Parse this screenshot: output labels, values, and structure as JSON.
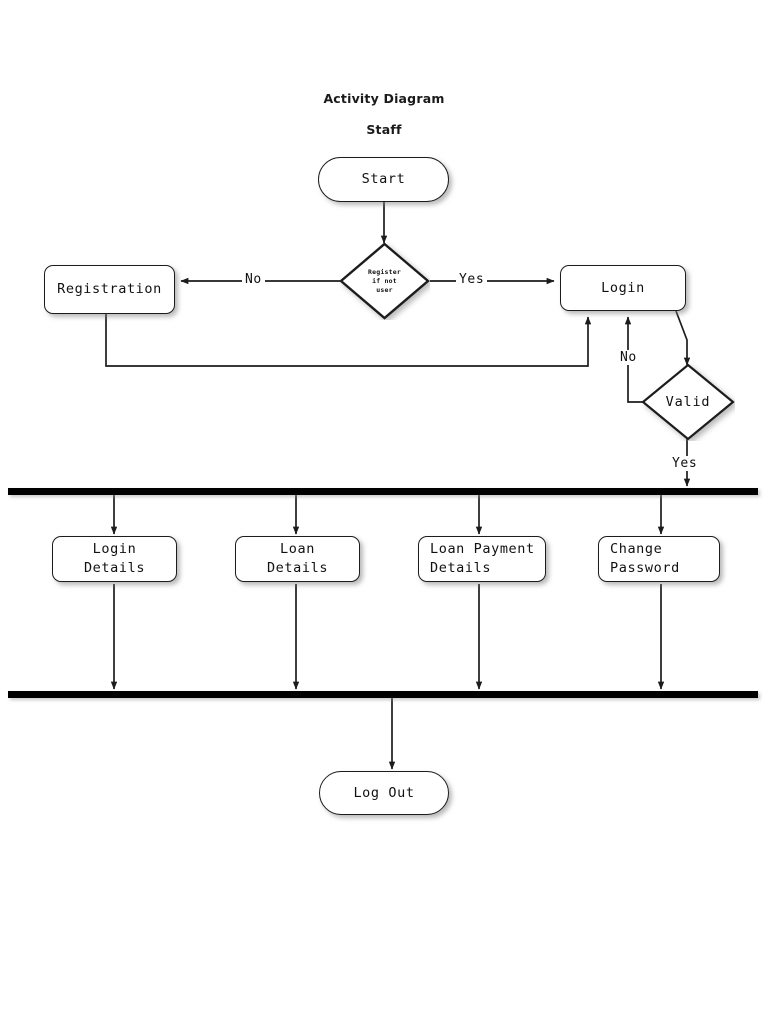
{
  "diagram": {
    "title": "Activity Diagram",
    "subtitle": "Staff",
    "colors": {
      "background": "#ffffff",
      "node_fill": "#ffffff",
      "stroke": "#1c1c1c",
      "bar": "#000000",
      "text": "#111111"
    }
  },
  "nodes": {
    "start": {
      "label": "Start",
      "type": "terminal"
    },
    "register_decision": {
      "label": "Register\nif not\nuser",
      "type": "decision"
    },
    "registration": {
      "label": "Registration",
      "type": "activity"
    },
    "login": {
      "label": "Login",
      "type": "activity"
    },
    "valid_decision": {
      "label": "Valid",
      "type": "decision"
    },
    "login_details": {
      "label": "Login\nDetails",
      "type": "activity"
    },
    "loan_details": {
      "label": "Loan\nDetails",
      "type": "activity"
    },
    "loan_payment_details": {
      "label": "Loan Payment\nDetails",
      "type": "activity"
    },
    "change_password": {
      "label": "Change\nPassword",
      "type": "activity"
    },
    "log_out": {
      "label": "Log Out",
      "type": "terminal"
    }
  },
  "bars": {
    "fork": {
      "name": "fork-bar"
    },
    "join": {
      "name": "join-bar"
    }
  },
  "edge_labels": {
    "no_register": "No",
    "yes_register": "Yes",
    "no_valid": "No",
    "yes_valid": "Yes"
  }
}
